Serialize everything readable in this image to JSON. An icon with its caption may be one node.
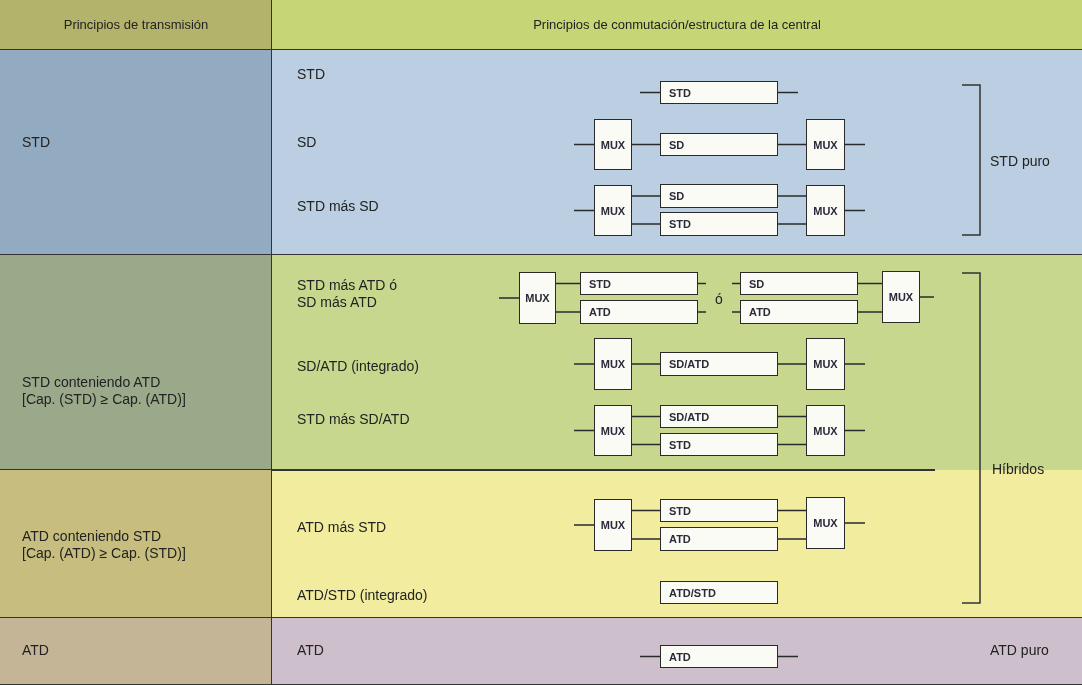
{
  "diagram": {
    "nodes": [
      {
        "text": [
          "Principios de transmisión"
        ]
      },
      {
        "text": [
          "Principios de conmutación/estructura de la central"
        ]
      },
      {
        "text": [
          "STD"
        ]
      },
      {
        "text": [
          "STD",
          "SD",
          "STD más SD",
          "STD puro"
        ]
      },
      {
        "text": [
          "STD conteniendo ATD [Cap. (STD) ≥ Cap. (ATD)]"
        ]
      },
      {
        "text": [
          "STD más ATD ó SD más ATD",
          "SD/ATD (integrado)",
          "STD más SD/ATD"
        ]
      },
      {
        "text": [
          "ATD conteniendo STD [Cap. (ATD) ≥ Cap. (STD)]"
        ]
      },
      {
        "text": [
          "ATD más STD",
          "ATD/STD (integrado)"
        ]
      },
      {
        "text": [
          "ATD"
        ]
      },
      {
        "text": [
          "ATD",
          "ATD puro"
        ]
      },
      {
        "text": [
          "STD"
        ],
        "in": 3
      },
      {
        "text": [
          "MUX"
        ],
        "in": 3
      },
      {
        "text": [
          "SD"
        ],
        "in": 3
      },
      {
        "text": [
          "MUX"
        ],
        "in": 3
      },
      {
        "text": [
          "MUX"
        ],
        "in": 3
      },
      {
        "text": [
          "SD"
        ],
        "in": 3
      },
      {
        "text": [
          "STD"
        ],
        "in": 3
      },
      {
        "text": [
          "MUX"
        ],
        "in": 3
      },
      {
        "text": [
          "MUX"
        ],
        "in": 5
      },
      {
        "text": [
          "STD"
        ],
        "in": 5
      },
      {
        "text": [
          "ATD"
        ],
        "in": 5
      },
      {
        "text": [
          "SD"
        ],
        "in": 5
      },
      {
        "text": [
          "ATD"
        ],
        "in": 5
      },
      {
        "text": [
          "MUX"
        ],
        "in": 5
      },
      {
        "text": [
          "MUX"
        ],
        "in": 5
      },
      {
        "text": [
          "SD/ATD"
        ],
        "in": 5
      },
      {
        "text": [
          "MUX"
        ],
        "in": 5
      },
      {
        "text": [
          "MUX"
        ],
        "in": 5
      },
      {
        "text": [
          "SD/ATD"
        ],
        "in": 5
      },
      {
        "text": [
          "STD"
        ],
        "in": 5
      },
      {
        "text": [
          "MUX"
        ],
        "in": 5
      },
      {
        "text": [
          "MUX"
        ],
        "in": 7
      },
      {
        "text": [
          "STD"
        ],
        "in": 7
      },
      {
        "text": [
          "ATD"
        ],
        "in": 7
      },
      {
        "text": [
          "MUX"
        ],
        "in": 7
      },
      {
        "text": [
          "ATD/STD"
        ],
        "in": 7
      },
      {
        "text": [
          "ATD"
        ],
        "in": 9
      }
    ],
    "edges": [
      {
        "from": null,
        "to": 10,
        "arrow": "none"
      },
      {
        "from": 10,
        "to": null,
        "arrow": "none"
      },
      {
        "from": null,
        "to": 11,
        "arrow": "none"
      },
      {
        "from": 11,
        "to": 12,
        "arrow": "none"
      },
      {
        "from": 12,
        "to": 13,
        "arrow": "none"
      },
      {
        "from": 13,
        "to": null,
        "arrow": "none"
      },
      {
        "from": null,
        "to": 14,
        "arrow": "none"
      },
      {
        "from": 14,
        "to": 15,
        "arrow": "none"
      },
      {
        "from": 14,
        "to": 16,
        "arrow": "none"
      },
      {
        "from": 15,
        "to": 17,
        "arrow": "none"
      },
      {
        "from": 16,
        "to": 17,
        "arrow": "none"
      },
      {
        "from": 17,
        "to": null,
        "arrow": "none"
      },
      {
        "from": null,
        "to": 18,
        "arrow": "none"
      },
      {
        "from": 18,
        "to": 19,
        "arrow": "none"
      },
      {
        "from": 18,
        "to": 20,
        "arrow": "none"
      },
      {
        "from": 19,
        "to": null,
        "arrow": "none"
      },
      {
        "from": 20,
        "to": null,
        "arrow": "none"
      },
      {
        "from": null,
        "to": 21,
        "arrow": "none"
      },
      {
        "from": null,
        "to": 22,
        "arrow": "none"
      },
      {
        "from": 21,
        "to": 23,
        "arrow": "none"
      },
      {
        "from": 22,
        "to": 23,
        "arrow": "none"
      },
      {
        "from": 23,
        "to": null,
        "arrow": "none"
      },
      {
        "from": null,
        "to": 24,
        "arrow": "none"
      },
      {
        "from": 24,
        "to": 25,
        "arrow": "none"
      },
      {
        "from": 25,
        "to": 26,
        "arrow": "none"
      },
      {
        "from": 26,
        "to": null,
        "arrow": "none"
      },
      {
        "from": null,
        "to": 27,
        "arrow": "none"
      },
      {
        "from": 27,
        "to": 28,
        "arrow": "none"
      },
      {
        "from": 27,
        "to": 29,
        "arrow": "none"
      },
      {
        "from": 28,
        "to": 30,
        "arrow": "none"
      },
      {
        "from": 29,
        "to": 30,
        "arrow": "none"
      },
      {
        "from": 30,
        "to": null,
        "arrow": "none"
      },
      {
        "from": null,
        "to": 31,
        "arrow": "none"
      },
      {
        "from": 31,
        "to": 32,
        "arrow": "none"
      },
      {
        "from": 31,
        "to": 33,
        "arrow": "none"
      },
      {
        "from": 32,
        "to": 34,
        "arrow": "none"
      },
      {
        "from": 33,
        "to": 34,
        "arrow": "none"
      },
      {
        "from": 34,
        "to": null,
        "arrow": "none"
      },
      {
        "from": null,
        "to": 36,
        "arrow": "none"
      },
      {
        "from": 36,
        "to": null,
        "arrow": "none"
      }
    ],
    "labels": [
      "ó",
      "Híbridos"
    ]
  }
}
